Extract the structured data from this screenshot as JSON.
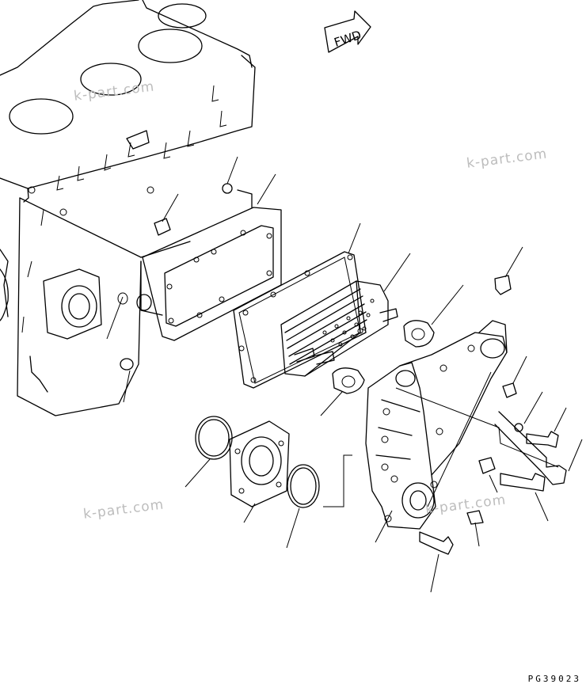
{
  "diagram": {
    "forward_arrow_label": "FWD",
    "catalog_code": "PG39023",
    "watermarks": [
      "k-part.com",
      "k-part.com",
      "k-part.com",
      "k-part.com"
    ]
  }
}
